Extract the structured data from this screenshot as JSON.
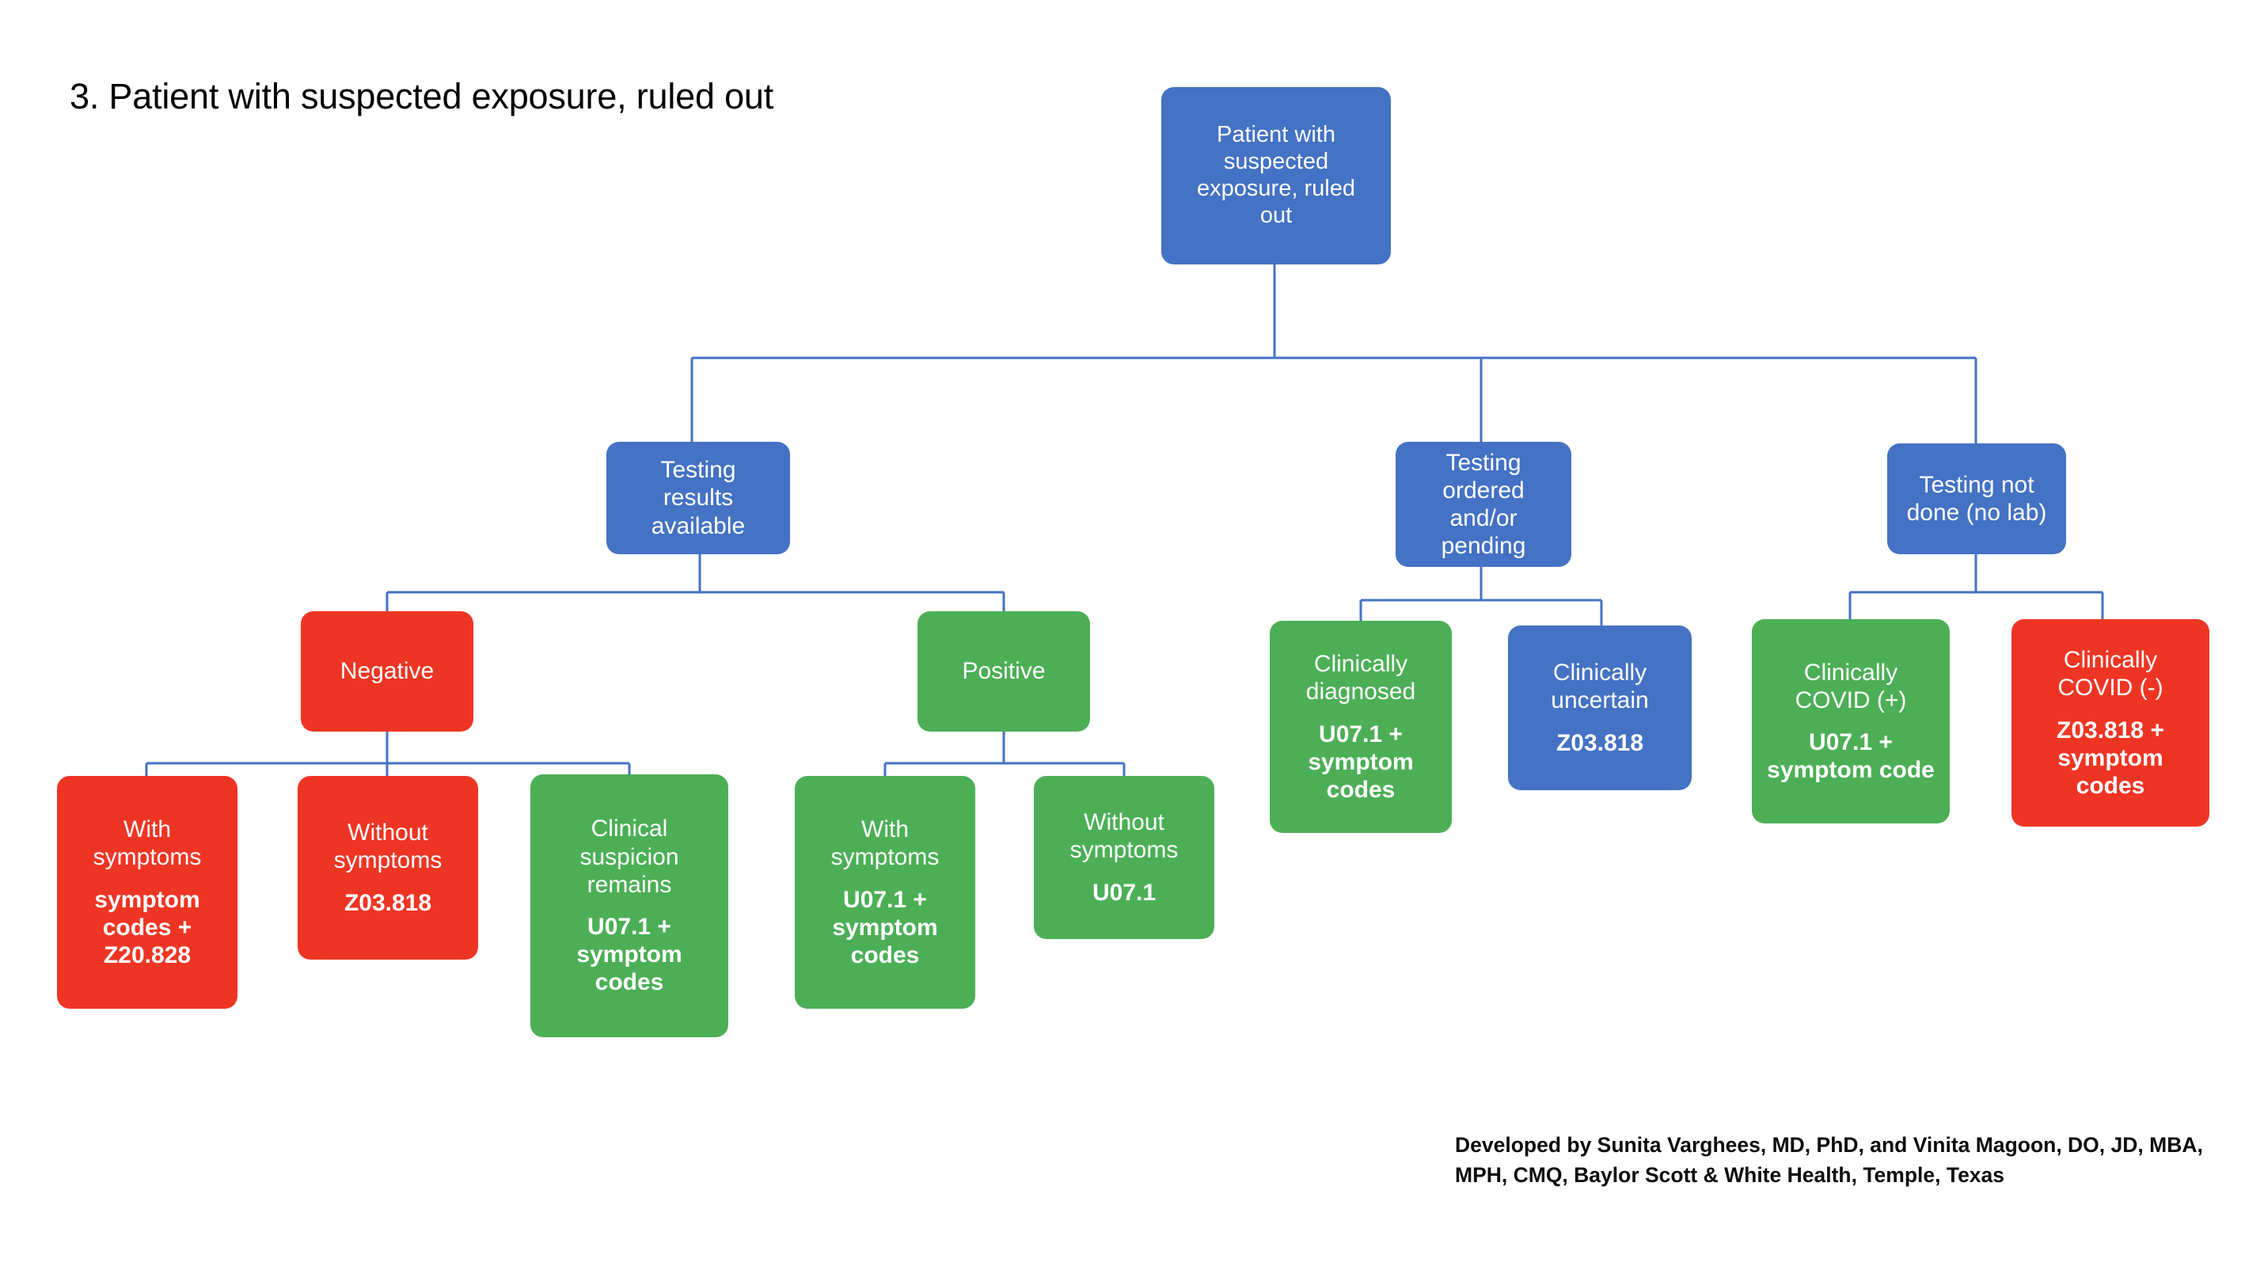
{
  "title": "3. Patient with suspected exposure, ruled out",
  "credit": "Developed by Sunita Varghees, MD, PhD, and Vinita Magoon, DO, JD, MBA, MPH, CMQ, Baylor Scott & White Health, Temple, Texas",
  "colors": {
    "blue": "#4472C4",
    "red": "#EE3524",
    "green": "#4CAF56",
    "connector": "#4472C4",
    "text_on_node": "#FFFFFF",
    "title_text": "#000000",
    "background": "#FFFFFF"
  },
  "chart_data": {
    "type": "diagram",
    "diagram_type": "flowchart-decision-tree",
    "title": "3. Patient with suspected exposure, ruled out",
    "nodes": [
      {
        "id": "root",
        "label": "Patient with suspected exposure, ruled out",
        "code": "",
        "color": "blue",
        "level": 1
      },
      {
        "id": "l2a",
        "label": "Testing results available",
        "code": "",
        "color": "blue",
        "level": 2
      },
      {
        "id": "l2b",
        "label": "Testing ordered and/or pending",
        "code": "",
        "color": "blue",
        "level": 2
      },
      {
        "id": "l2c",
        "label": "Testing not done (no lab)",
        "code": "",
        "color": "blue",
        "level": 2
      },
      {
        "id": "l3a",
        "label": "Negative",
        "code": "",
        "color": "red",
        "level": 3
      },
      {
        "id": "l3b",
        "label": "Positive",
        "code": "",
        "color": "green",
        "level": 3
      },
      {
        "id": "l3c",
        "label": "Clinically diagnosed",
        "code": "U07.1 + symptom codes",
        "color": "green",
        "level": 3
      },
      {
        "id": "l3d",
        "label": "Clinically uncertain",
        "code": "Z03.818",
        "color": "blue",
        "level": 3
      },
      {
        "id": "l3e",
        "label": "Clinically COVID (+)",
        "code": "U07.1 + symptom code",
        "color": "green",
        "level": 3
      },
      {
        "id": "l3f",
        "label": "Clinically COVID (-)",
        "code": "Z03.818 + symptom codes",
        "color": "red",
        "level": 3
      },
      {
        "id": "l4a",
        "label": "With symptoms",
        "code": "symptom codes + Z20.828",
        "color": "red",
        "level": 4
      },
      {
        "id": "l4b",
        "label": "Without symptoms",
        "code": "Z03.818",
        "color": "red",
        "level": 4
      },
      {
        "id": "l4c",
        "label": "Clinical suspicion remains",
        "code": "U07.1 + symptom codes",
        "color": "green",
        "level": 4
      },
      {
        "id": "l4d",
        "label": "With symptoms",
        "code": "U07.1 + symptom codes",
        "color": "green",
        "level": 4
      },
      {
        "id": "l4e",
        "label": "Without symptoms",
        "code": "U07.1",
        "color": "green",
        "level": 4
      }
    ],
    "edges": [
      {
        "from": "root",
        "to": "l2a"
      },
      {
        "from": "root",
        "to": "l2b"
      },
      {
        "from": "root",
        "to": "l2c"
      },
      {
        "from": "l2a",
        "to": "l3a"
      },
      {
        "from": "l2a",
        "to": "l3b"
      },
      {
        "from": "l2b",
        "to": "l3c"
      },
      {
        "from": "l2b",
        "to": "l3d"
      },
      {
        "from": "l2c",
        "to": "l3e"
      },
      {
        "from": "l2c",
        "to": "l3f"
      },
      {
        "from": "l3a",
        "to": "l4a"
      },
      {
        "from": "l3a",
        "to": "l4b"
      },
      {
        "from": "l3a",
        "to": "l4c"
      },
      {
        "from": "l3b",
        "to": "l4d"
      },
      {
        "from": "l3b",
        "to": "l4e"
      }
    ]
  },
  "nodes": {
    "root": {
      "line1": "Patient with",
      "line2": "suspected",
      "line3": "exposure, ruled",
      "line4": "out"
    },
    "testing_results_available": {
      "line1": "Testing",
      "line2": "results",
      "line3": "available"
    },
    "testing_ordered_pending": {
      "line1": "Testing",
      "line2": "ordered",
      "line3": "and/or",
      "line4": "pending"
    },
    "testing_not_done": {
      "line1": "Testing not",
      "line2": "done (no lab)"
    },
    "negative": {
      "label": "Negative"
    },
    "positive": {
      "label": "Positive"
    },
    "neg_with_symptoms": {
      "line1": "With",
      "line2": "symptoms",
      "code1": "symptom",
      "code2": "codes +",
      "code3": "Z20.828"
    },
    "neg_without_symptoms": {
      "line1": "Without",
      "line2": "symptoms",
      "code1": "Z03.818"
    },
    "clinical_suspicion_remains": {
      "line1": "Clinical",
      "line2": "suspicion",
      "line3": "remains",
      "code1": "U07.1 +",
      "code2": "symptom",
      "code3": "codes"
    },
    "pos_with_symptoms": {
      "line1": "With",
      "line2": "symptoms",
      "code1": "U07.1 +",
      "code2": "symptom",
      "code3": "codes"
    },
    "pos_without_symptoms": {
      "line1": "Without",
      "line2": "symptoms",
      "code1": "U07.1"
    },
    "clinically_diagnosed": {
      "line1": "Clinically",
      "line2": "diagnosed",
      "code1": "U07.1 +",
      "code2": "symptom",
      "code3": "codes"
    },
    "clinically_uncertain": {
      "line1": "Clinically",
      "line2": "uncertain",
      "code1": "Z03.818"
    },
    "clinically_covid_positive": {
      "line1": "Clinically",
      "line2": "COVID (+)",
      "code1": "U07.1 +",
      "code2": "symptom code"
    },
    "clinically_covid_negative": {
      "line1": "Clinically",
      "line2": "COVID (-)",
      "code1": "Z03.818 +",
      "code2": "symptom",
      "code3": "codes"
    }
  }
}
